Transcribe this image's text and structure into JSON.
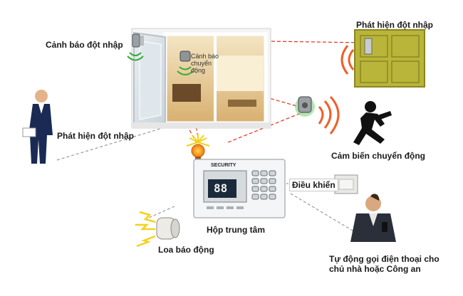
{
  "labels": {
    "intrusion_alert": "Cảnh báo đột nhập",
    "intrusion_detect_door": "Phát hiện đột nhập",
    "motion_alert": "Cảnh báo chuyển động",
    "intrusion_detect_man": "Phát hiện đột nhập",
    "motion_sensor": "Cảm biến chuyển động",
    "control": "Điều khiển",
    "central_box": "Hộp trung tâm",
    "siren": "Loa báo động",
    "auto_call": "Tự động gọi điện thoại cho chủ nhà hoặc Công an"
  },
  "panel": {
    "brand": "SECURITY",
    "display": "88"
  },
  "colors": {
    "red_dashed": "#e0301e",
    "grey_dashed": "#9a9a9a",
    "door": "#b9b53a",
    "wave": "#f0602a",
    "bolt": "#f3d21a",
    "suit": "#1a2a55"
  }
}
